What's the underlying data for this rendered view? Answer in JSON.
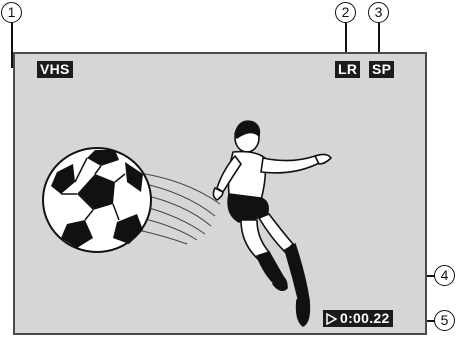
{
  "callouts": [
    "1",
    "2",
    "3",
    "4",
    "5"
  ],
  "osd": {
    "tape_format": "VHS",
    "audio_mode": "LR",
    "recording_speed": "SP",
    "play_symbol": "play-triangle-icon",
    "tape_counter": "0:00.22"
  },
  "illustration": {
    "subject": "soccer-player-kicking-icon",
    "ball": "soccer-ball-icon"
  }
}
